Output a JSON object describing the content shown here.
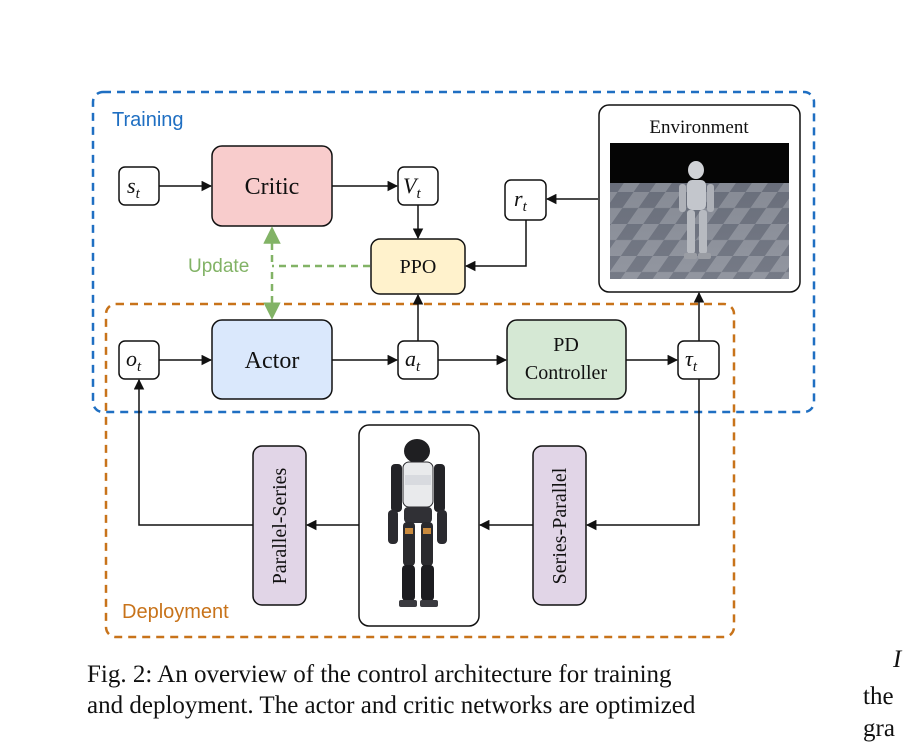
{
  "diagram": {
    "regions": {
      "training": {
        "label": "Training",
        "color": "#1f6fc2"
      },
      "deployment": {
        "label": "Deployment",
        "color": "#c8731a"
      }
    },
    "nodes": {
      "critic": {
        "label": "Critic",
        "color": "#f8cccc"
      },
      "actor": {
        "label": "Actor",
        "color": "#dae8fc"
      },
      "ppo": {
        "label": "PPO",
        "color": "#fff2cc"
      },
      "pd_controller": {
        "line1": "PD",
        "line2": "Controller",
        "color": "#d5e8d4"
      },
      "environment": {
        "label": "Environment"
      },
      "parallel_series": {
        "label": "Parallel-Series",
        "color": "#e1d5e7"
      },
      "series_parallel": {
        "label": "Series-Parallel",
        "color": "#e1d5e7"
      }
    },
    "symbols": {
      "s_t": {
        "base": "s",
        "sub": "t"
      },
      "v_t": {
        "base": "V",
        "sub": "t"
      },
      "r_t": {
        "base": "r",
        "sub": "t"
      },
      "o_t": {
        "base": "o",
        "sub": "t"
      },
      "a_t": {
        "base": "a",
        "sub": "t"
      },
      "tau_t": {
        "base": "τ",
        "sub": "t"
      }
    },
    "update_label": "Update",
    "update_color": "#82b366"
  },
  "caption": {
    "line1": "Fig. 2: An overview of the control architecture for training",
    "line2": "and deployment. The actor and critic networks are optimized"
  },
  "side_text": {
    "right_fragment_1": "I",
    "right_fragment_2": "the",
    "right_fragment_3": "gra"
  }
}
